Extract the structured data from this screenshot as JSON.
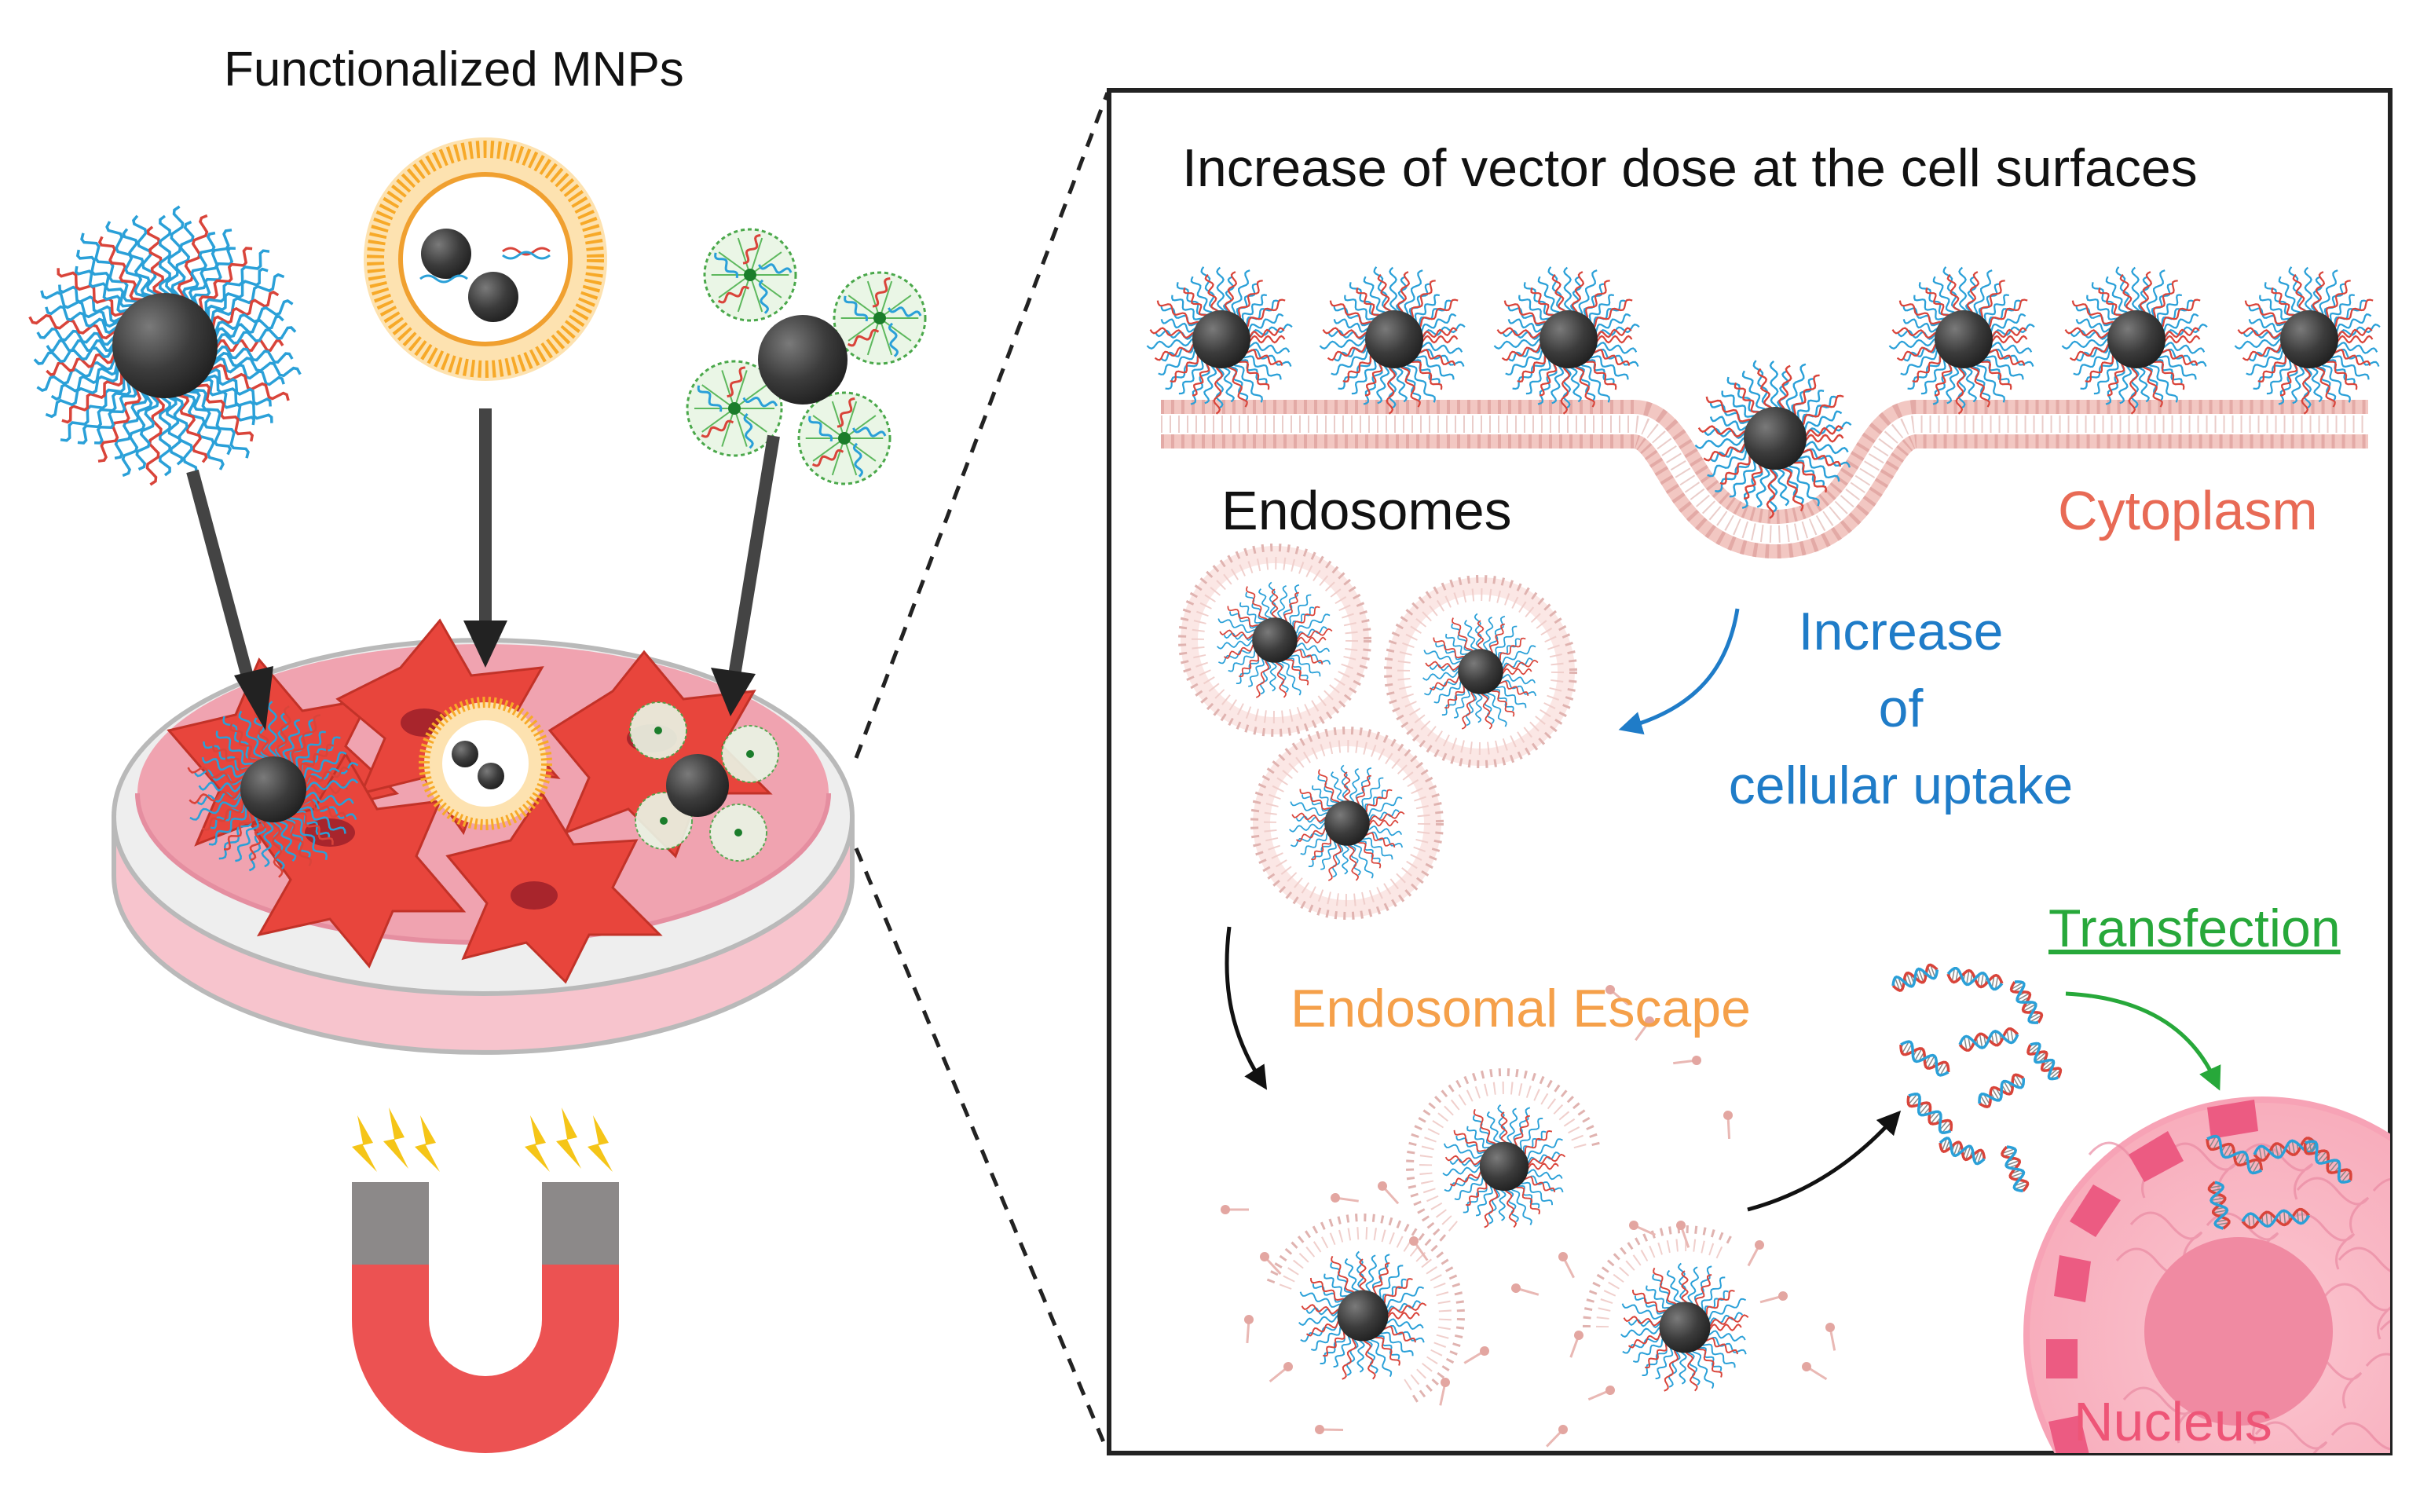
{
  "labels": {
    "left_title": "Functionalized MNPs",
    "right_title": "Increase of vector dose at the cell surfaces",
    "endosomes": "Endosomes",
    "cytoplasm": "Cytoplasm",
    "uptake_line1": "Increase",
    "uptake_line2": "of",
    "uptake_line3": "cellular uptake",
    "escape": "Endosomal Escape",
    "transfection": "Transfection",
    "nucleus": "Nucleus"
  },
  "colors": {
    "cytoplasm": "#e86a55",
    "uptake": "#1f7cc8",
    "escape": "#f5a04a",
    "transfection": "#27a83a",
    "nucleus": "#ee5577",
    "particle": "#3a3a3a",
    "dna_blue": "#2aa0d8",
    "dna_red": "#d9443a",
    "lipid": "#e0b3b0",
    "cell": "#e8453c",
    "dish_medium": "#f0a5b2",
    "magnet": "#e85555"
  }
}
